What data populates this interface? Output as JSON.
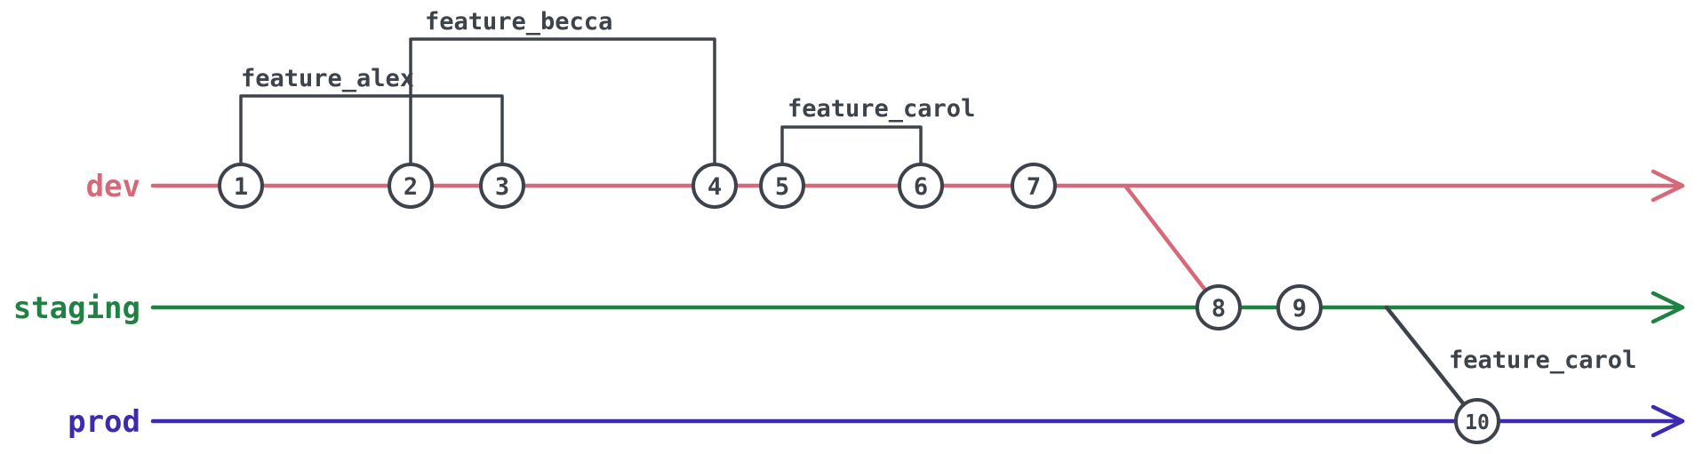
{
  "colors": {
    "dev": "#d5697a",
    "staging": "#1f8243",
    "prod": "#3c2ab0",
    "ink": "#3d434b",
    "node_fill": "#ffffff"
  },
  "branches": {
    "dev": "dev",
    "staging": "staging",
    "prod": "prod"
  },
  "features": {
    "alex": "feature_alex",
    "becca": "feature_becca",
    "carol": "feature_carol",
    "carol_merge": "feature_carol"
  },
  "commits": {
    "c1": "1",
    "c2": "2",
    "c3": "3",
    "c4": "4",
    "c5": "5",
    "c6": "6",
    "c7": "7",
    "c8": "8",
    "c9": "9",
    "c10": "10"
  }
}
